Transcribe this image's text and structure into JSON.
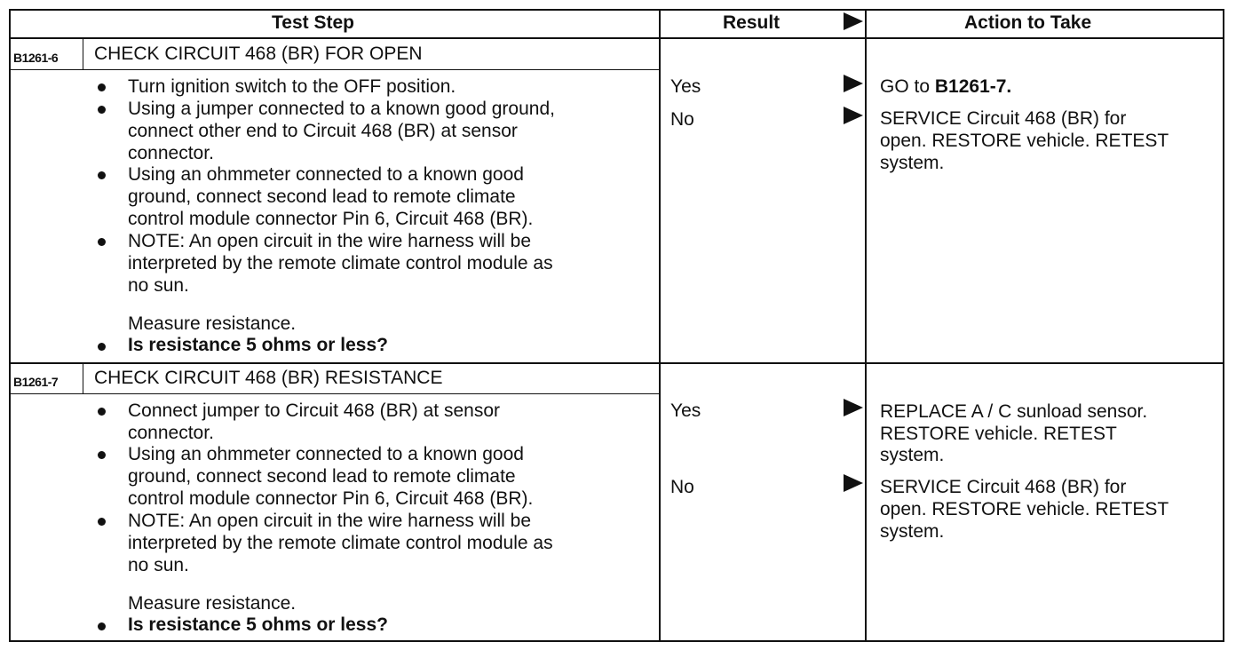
{
  "header": {
    "test_step": "Test Step",
    "result": "Result",
    "action": "Action to Take"
  },
  "steps": [
    {
      "code": "B1261-6",
      "title": "CHECK CIRCUIT 468 (BR) FOR OPEN",
      "lines": [
        "Turn ignition switch to the OFF position.",
        "Using a jumper connected to a known good ground,",
        "connect other end to Circuit 468 (BR) at sensor",
        "connector.",
        "Using an ohmmeter connected to a known good",
        "ground, connect second lead to remote climate",
        "control module connector Pin 6, Circuit 468 (BR).",
        "NOTE: An open circuit in the wire harness will be",
        "interpreted by the remote climate control module as",
        "no sun.",
        "Measure resistance.",
        "Is resistance 5 ohms or less?"
      ],
      "results": [
        "Yes",
        "No"
      ],
      "actions": [
        [
          "GO to ",
          "B1261-7."
        ],
        [
          "SERVICE Circuit 468 (BR) for",
          "open. RESTORE vehicle. RETEST",
          "system."
        ]
      ]
    },
    {
      "code": "B1261-7",
      "title": "CHECK CIRCUIT 468 (BR) RESISTANCE",
      "lines": [
        "Connect jumper to Circuit 468 (BR) at sensor",
        "connector.",
        "Using an ohmmeter connected to a known good",
        "ground, connect second lead to remote climate",
        "control module connector Pin 6, Circuit 468 (BR).",
        "NOTE: An open circuit in the wire harness will be",
        "interpreted by the remote climate control module as",
        "no sun.",
        "Measure resistance.",
        "Is resistance 5 ohms or less?"
      ],
      "results": [
        "Yes",
        "No"
      ],
      "actions": [
        [
          "REPLACE A / C sunload sensor.",
          "RESTORE vehicle. RETEST",
          "system."
        ],
        [
          "SERVICE Circuit 468 (BR) for",
          "open. RESTORE vehicle. RETEST",
          "system."
        ]
      ]
    }
  ]
}
